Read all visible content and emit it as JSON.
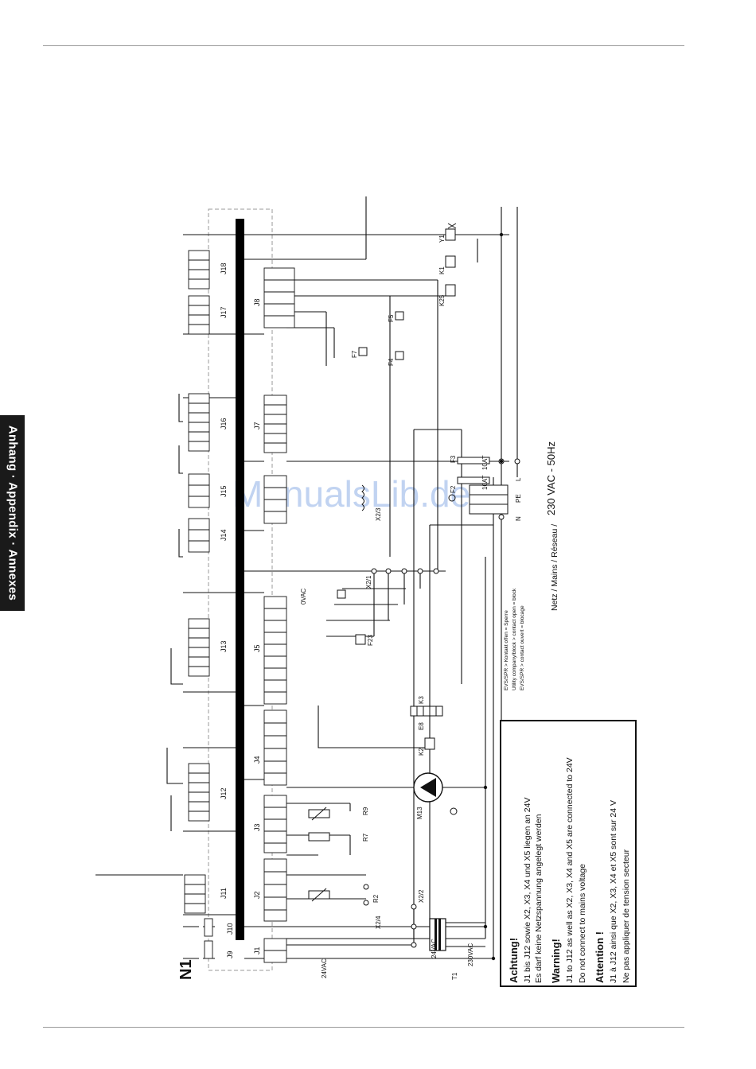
{
  "sidebar": {
    "tab_label": "Anhang · Appendix · Annexes"
  },
  "diagram": {
    "board_label": "N1",
    "watermark": "ManualsLib.de",
    "mains_label": "Netz / Mains / Réseau /",
    "mains_voltage": "230 VAC - 50Hz",
    "evs_notes": [
      "EVS/SPR > Kontakt offen = Sperre",
      "Utility company/block > contact open = block",
      "EVS/SPR > contact ouvert = blocage"
    ],
    "top_connectors": [
      "J9",
      "J10",
      "J11",
      "J12",
      "J13",
      "J14",
      "J15",
      "J16",
      "J17",
      "J18"
    ],
    "bottom_connectors": [
      "J1",
      "J2",
      "J3",
      "J4",
      "J5",
      "J7",
      "J8"
    ],
    "transformer": {
      "name": "T1",
      "primary": "230VAC",
      "secondary": "24VAC"
    },
    "components": [
      "M13",
      "R2",
      "R7",
      "R9",
      "K3",
      "K2",
      "K1",
      "K25",
      "Y1",
      "F2",
      "F3",
      "E8",
      "F4",
      "F5",
      "F7",
      "F23"
    ],
    "terminals": [
      "X2/1",
      "X2/2",
      "X2/3",
      "X2/4",
      "24VAC",
      "0VAC",
      "L",
      "N",
      "PE"
    ],
    "fuses": {
      "F2": "10AT",
      "F3": "10AT"
    },
    "colors": {
      "line": "#111111",
      "bus": "#000000",
      "watermark": "#8fb0e6",
      "dash": "#9a9a9a"
    }
  },
  "warning": {
    "de_title": "Achtung!",
    "de_line1": "J1 bis J12 sowie X2, X3, X4 und X5 liegen an 24V",
    "de_line2": "Es darf keine Netzspannung angelegt werden",
    "en_title": "Warning!",
    "en_line1": "J1 to J12 as well as X2, X3, X4 and X5 are connected to 24V",
    "en_line2": "Do not connect to mains voltage",
    "fr_title": "Attention !",
    "fr_line1": "J1 à J12 ainsi que X2, X3, X4 et X5 sont sur 24 V",
    "fr_line2": "Ne pas appliquer de tension secteur"
  }
}
